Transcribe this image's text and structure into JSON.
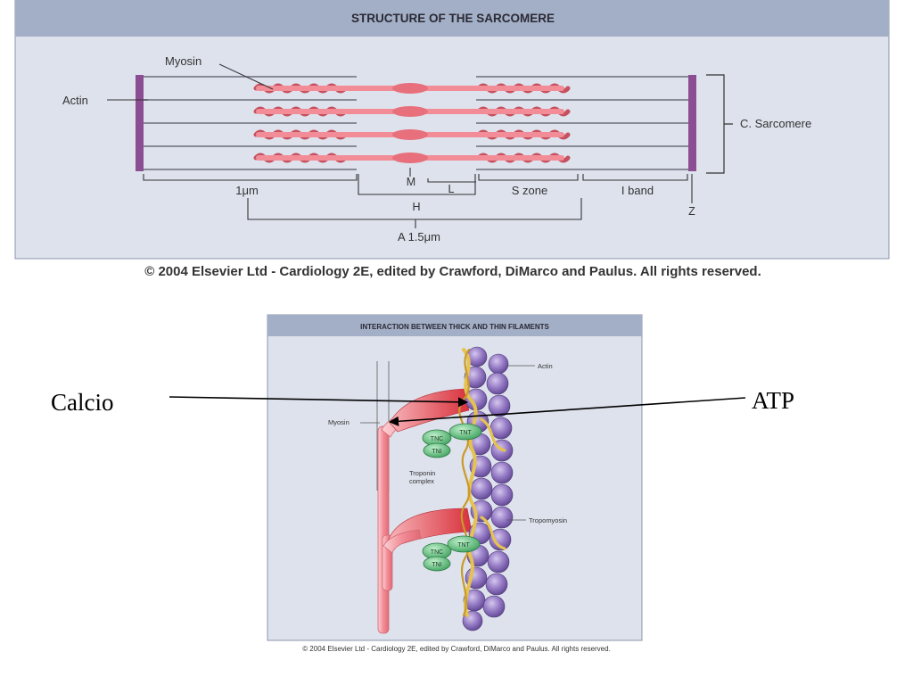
{
  "colors": {
    "panel_bg": "#dde2ec",
    "title_bar": "#a3afc6",
    "border": "#8b97ad",
    "myosin_pink": "#f28c96",
    "myosin_outline": "#c6505e",
    "actin_line": "#6d6d7c",
    "zdisc": "#8c4e93",
    "actin_bead": "#8f73bd",
    "tropomyosin": "#e6c24f",
    "troponin": "#61bf7c",
    "myosin_head": "#de3a44"
  },
  "sarcomere": {
    "title": "STRUCTURE OF THE SARCOMERE",
    "labels": {
      "myosin": "Myosin",
      "actin": "Actin",
      "sarcomere": "C. Sarcomere",
      "one_um": "1μm",
      "m": "M",
      "l": "L",
      "s_zone": "S zone",
      "i_band": "I band",
      "z": "Z",
      "h": "H",
      "a": "A 1.5μm"
    },
    "copyright": "© 2004 Elsevier Ltd - Cardiology 2E, edited by Crawford, DiMarco and Paulus. All rights reserved."
  },
  "interaction": {
    "title": "INTERACTION BETWEEN THICK AND THIN FILAMENTS",
    "labels": {
      "actin": "Actin",
      "myosin": "Myosin",
      "tnt": "TNT",
      "tnc": "TNC",
      "tni": "TNI",
      "troponin_line1": "Troponin",
      "troponin_line2": "complex",
      "tropomyosin": "Tropomyosin"
    },
    "copyright": "© 2004 Elsevier Ltd - Cardiology 2E, edited by Crawford, DiMarco and Paulus. All rights reserved."
  },
  "annotations": {
    "calcio": "Calcio",
    "atp": "ATP"
  }
}
